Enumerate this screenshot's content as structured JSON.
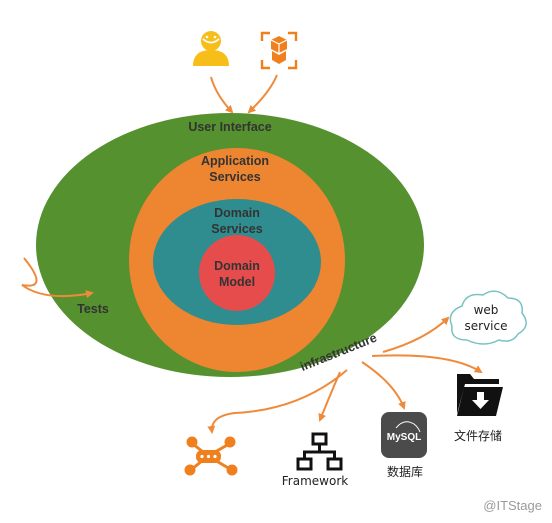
{
  "colors": {
    "outer": "#55922f",
    "middle": "#ee8530",
    "teal": "#2f8c8f",
    "core": "#e74c4c",
    "arrow": "#ef8a3b",
    "text": "#333333",
    "icon_orange": "#f0801e",
    "icon_yellow": "#f7be1a"
  },
  "layers": {
    "user_interface": "User Interface",
    "application_services_line1": "Application",
    "application_services_line2": "Services",
    "domain_services_line1": "Domain",
    "domain_services_line2": "Services",
    "domain_model_line1": "Domain",
    "domain_model_line2": "Model",
    "tests": "Tests",
    "infrastructure": "infrastructure"
  },
  "externals": {
    "web_service_line1": "web",
    "web_service_line2": "service",
    "file_storage": "文件存储",
    "database": "数据库",
    "mysql": "MySQL",
    "framework": "Framework"
  },
  "icons": {
    "user": "user-icon",
    "system": "system-icon",
    "cloud": "cloud-icon",
    "folder": "folder-download-icon",
    "database": "mysql-icon",
    "framework": "hierarchy-icon",
    "hub": "hub-icon"
  },
  "watermark": "@ITStage"
}
